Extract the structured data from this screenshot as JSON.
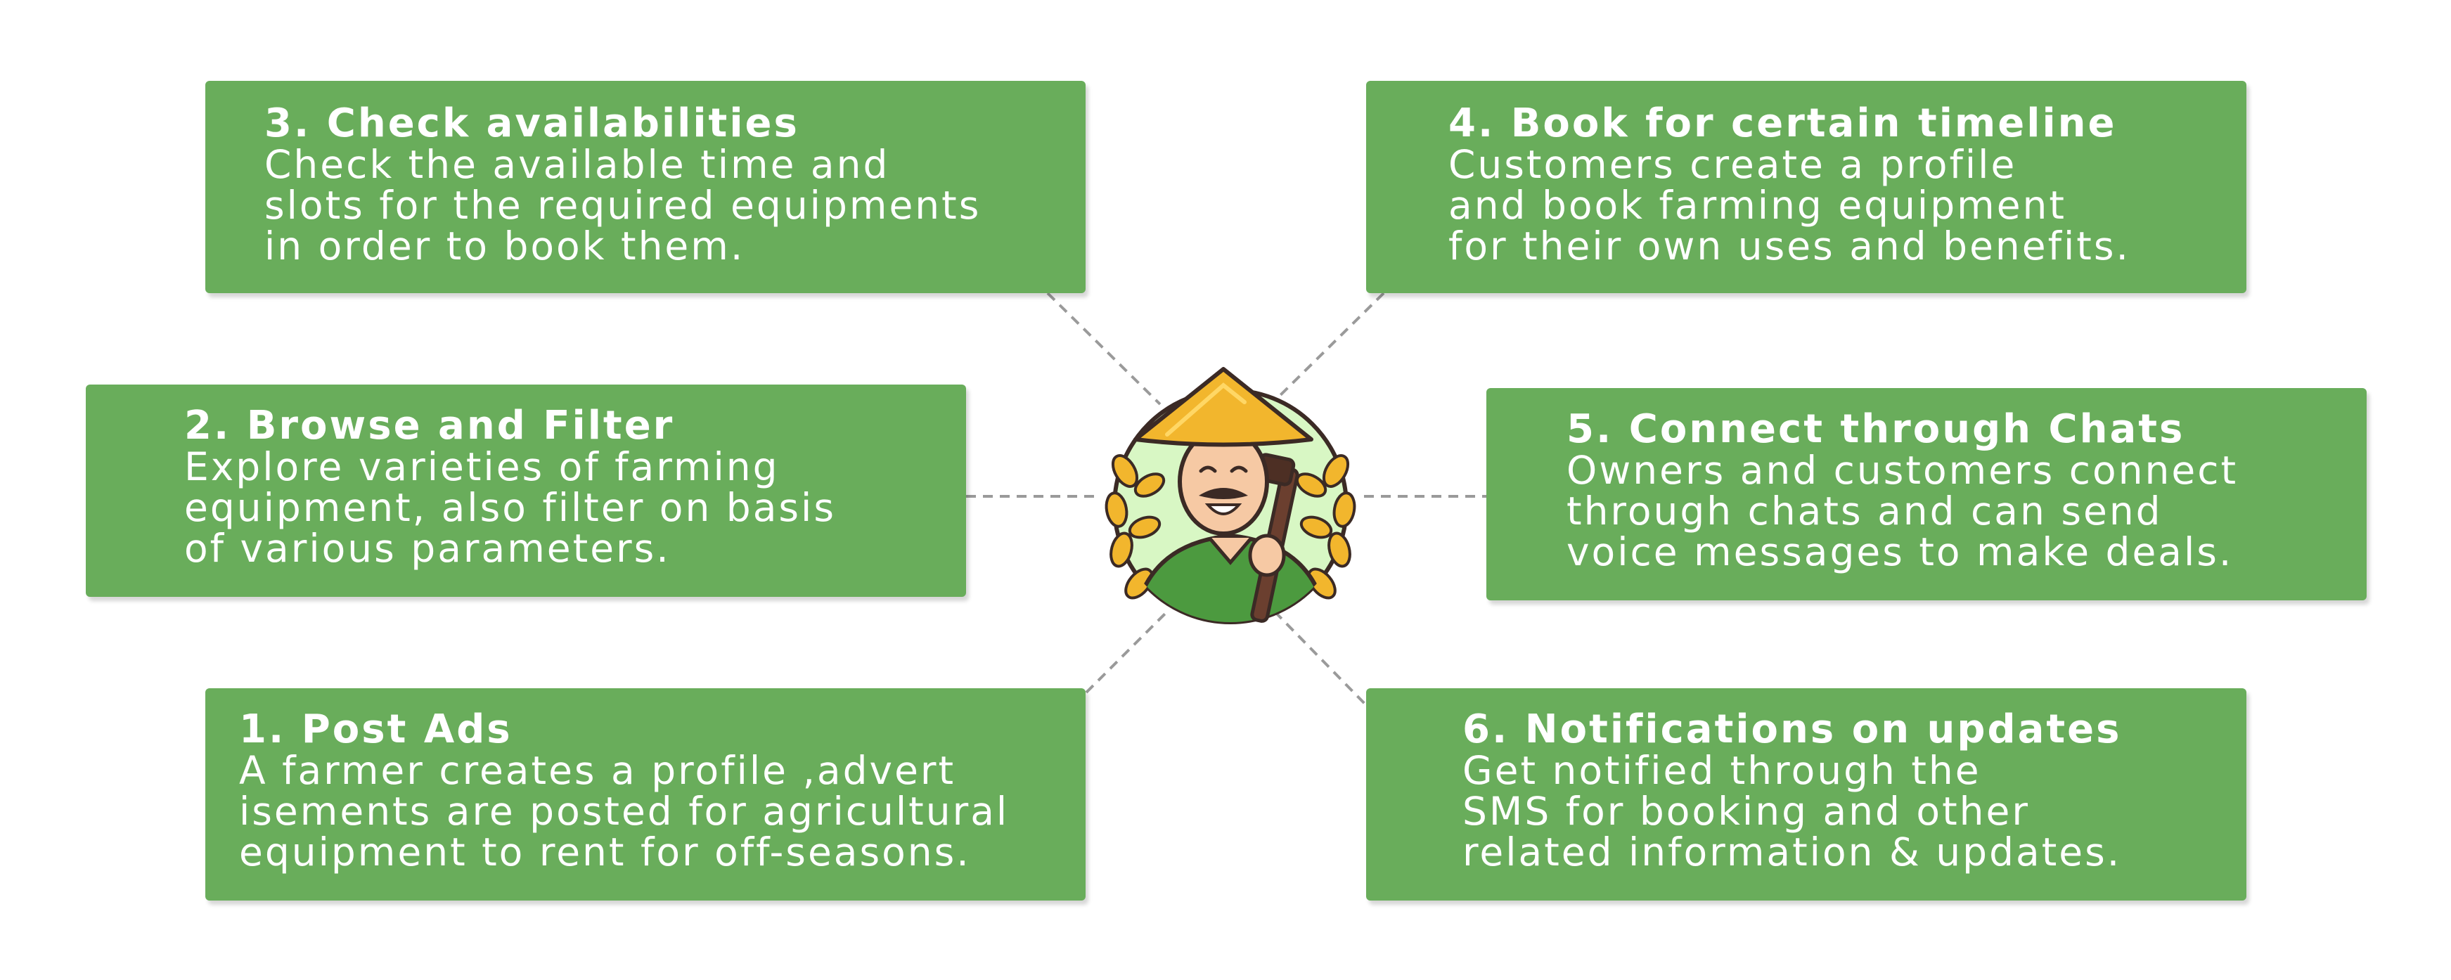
{
  "colors": {
    "card_background": "#69ad5b",
    "card_text": "#ffffff",
    "connector": "#9a9a9a",
    "hat": "#f2b62d",
    "shirt": "#4c9a3f",
    "badge_background": "#d8f7c4"
  },
  "center_icon": "farmer-with-hoe-icon",
  "steps": {
    "s1": {
      "title": "1. Post Ads",
      "description": "A farmer creates a profile ,advert\nisements are posted for agricultural\nequipment to rent for off-seasons."
    },
    "s2": {
      "title": "2. Browse and Filter",
      "description": "Explore varieties of farming\nequipment, also filter on basis\nof various parameters."
    },
    "s3": {
      "title": "3. Check availabilities",
      "description": "Check the available time and\nslots for the required equipments\nin order to book them."
    },
    "s4": {
      "title": "4. Book for certain timeline",
      "description": "Customers create a profile\nand book farming equipment\nfor their own uses and benefits."
    },
    "s5": {
      "title": "5. Connect through Chats",
      "description": "Owners and customers connect\nthrough chats and can send\nvoice messages to make deals."
    },
    "s6": {
      "title": "6. Notifications on updates",
      "description": "Get notified through the\nSMS for booking and other\nrelated information & updates."
    }
  }
}
